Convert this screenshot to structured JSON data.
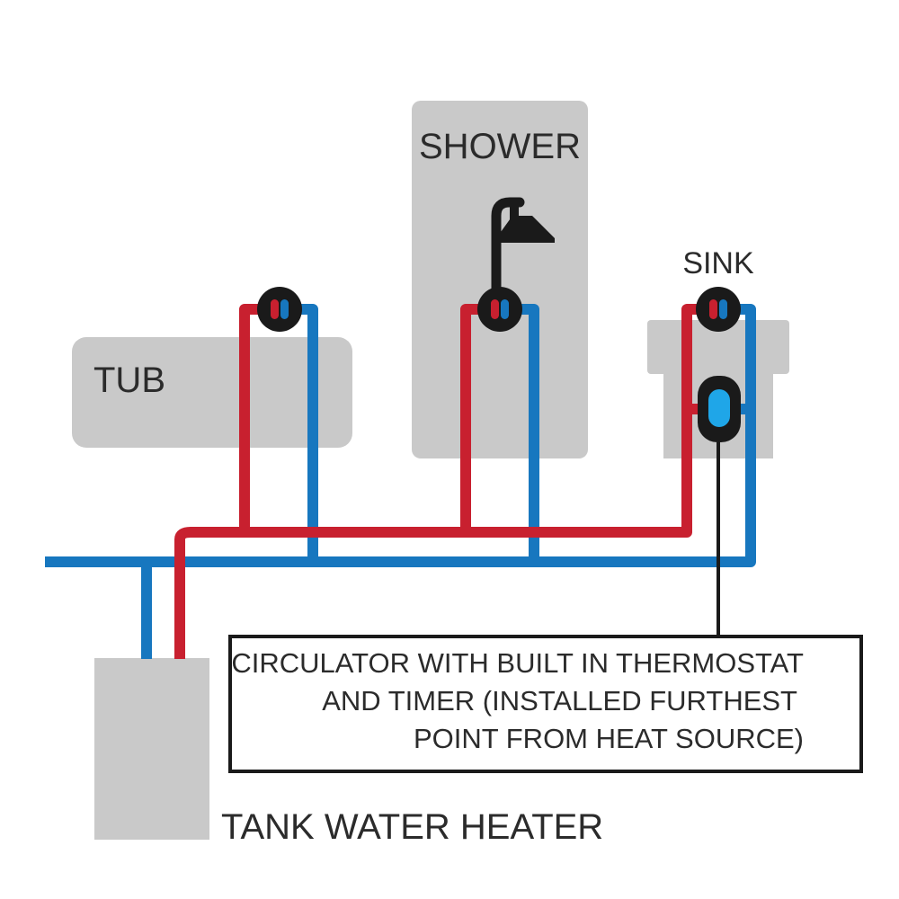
{
  "labels": {
    "shower": "SHOWER",
    "tub": "TUB",
    "sink": "SINK",
    "tank": "TANK WATER HEATER",
    "note_line1": "CIRCULATOR WITH BUILT IN THERMOSTAT",
    "note_line2": "AND TIMER (INSTALLED FURTHEST",
    "note_line3": "POINT FROM HEAT SOURCE)"
  },
  "colors": {
    "hot": "#c8202f",
    "cold": "#1777bf",
    "fixture": "#c9c9c9",
    "outline": "#1a1a1a"
  }
}
